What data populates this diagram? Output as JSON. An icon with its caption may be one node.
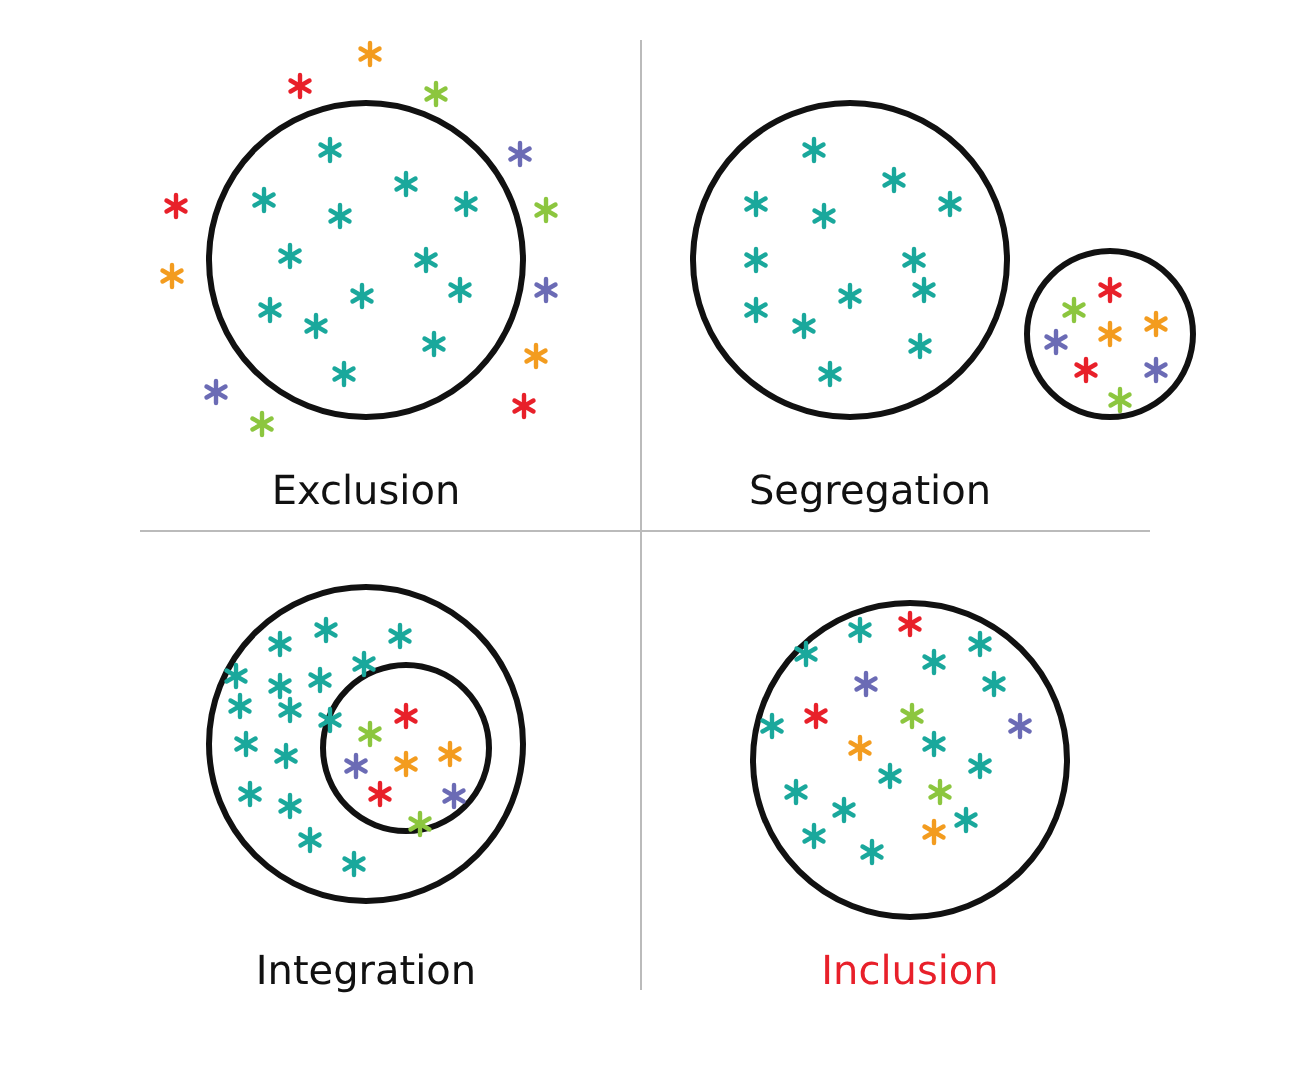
{
  "diagram": {
    "nodes": [
      {
        "text": [],
        "shape": "circle",
        "beside": [
          "Exclusion"
        ]
      },
      {
        "text": [],
        "shape": "circle",
        "beside": [
          "Segregation"
        ]
      },
      {
        "text": [],
        "shape": "circle"
      },
      {
        "text": [],
        "shape": "circle",
        "beside": [
          "Integration"
        ]
      },
      {
        "text": [],
        "shape": "circle",
        "in": 3
      },
      {
        "text": [],
        "shape": "circle",
        "beside": [
          "Inclusion"
        ]
      }
    ],
    "edges": []
  }
}
